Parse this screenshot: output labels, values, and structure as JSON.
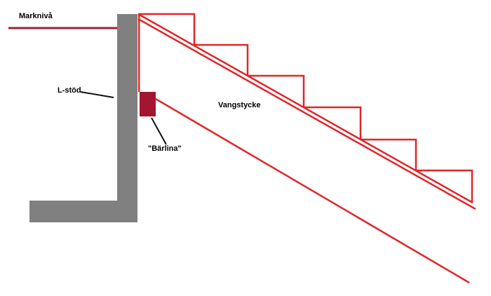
{
  "figure": {
    "type": "stair-construction-side-view-diagram",
    "step_count": 6
  },
  "labels": {
    "ground_level": "Marknivå",
    "l_support": "L-stöd",
    "bearing_beam": "\"Bärlina\"",
    "stringer": "Vangstycke"
  },
  "colors": {
    "stair_red": "#e02628",
    "ground_line_red": "#9a2138",
    "bearing_block_red": "#a31530",
    "wall_gray": "#808080",
    "callout_black": "#111111"
  }
}
